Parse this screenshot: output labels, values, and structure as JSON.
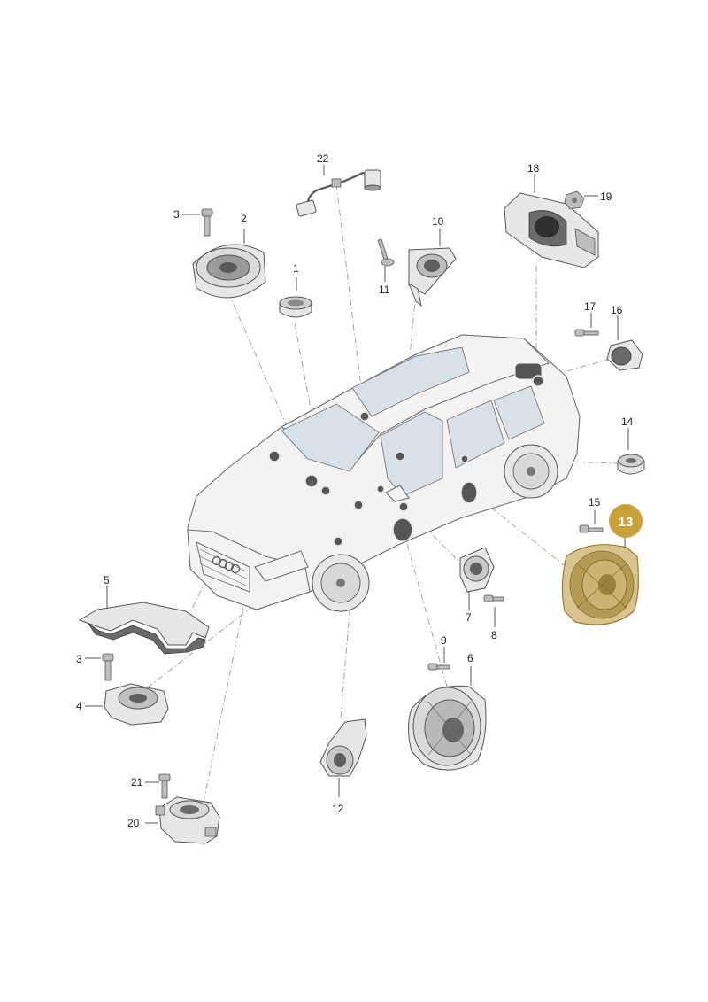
{
  "diagram": {
    "labels": {
      "p1": "1",
      "p2": "2",
      "p3a": "3",
      "p3b": "3",
      "p4": "4",
      "p5": "5",
      "p6": "6",
      "p7": "7",
      "p8": "8",
      "p9": "9",
      "p10": "10",
      "p11": "11",
      "p12": "12",
      "p14": "14",
      "p15": "15",
      "p16": "16",
      "p17": "17",
      "p18": "18",
      "p19": "19",
      "p20": "20",
      "p21": "21",
      "p22": "22"
    },
    "highlight": {
      "label": "13",
      "color": "#c9a13b"
    }
  }
}
